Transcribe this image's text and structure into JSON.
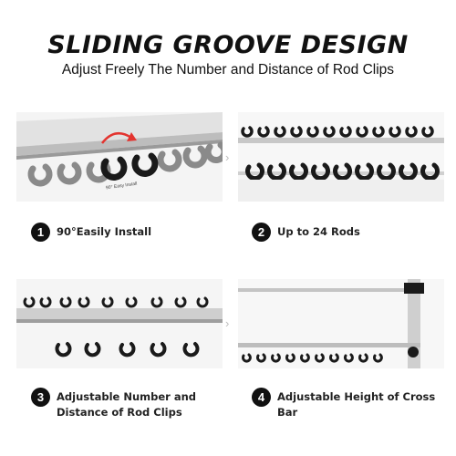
{
  "header": {
    "title": "SLIDING GROOVE DESIGN",
    "subtitle": "Adjust Freely The Number and Distance of Rod Clips"
  },
  "features": [
    {
      "number": "1",
      "label": "90°Easily Install",
      "photo_caption": "90° Easy Install"
    },
    {
      "number": "2",
      "label": "Up to 24 Rods"
    },
    {
      "number": "3",
      "label": "Adjustable Number and Distance of Rod Clips"
    },
    {
      "number": "4",
      "label": "Adjustable Height of Cross Bar"
    }
  ],
  "separator_glyph": "›",
  "colors": {
    "clip_gray": "#8a8a8a",
    "clip_black": "#1a1a1a",
    "rail": "#cfcfcf",
    "rotate_arrow": "#e3342f"
  }
}
